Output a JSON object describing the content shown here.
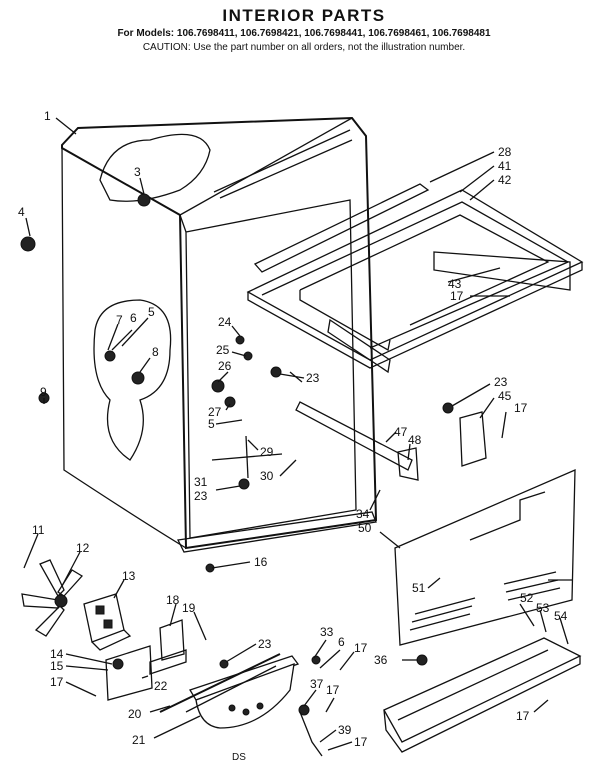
{
  "header": {
    "title": "INTERIOR PARTS",
    "models": "For Models: 106.7698411, 106.7698421, 106.7698441, 106.7698461, 106.7698481",
    "caution": "CAUTION: Use the part number on all orders, not the illustration number."
  },
  "callouts": [
    {
      "id": "c1",
      "text": "1"
    },
    {
      "id": "c3",
      "text": "3"
    },
    {
      "id": "c4",
      "text": "4"
    },
    {
      "id": "c5a",
      "text": "5"
    },
    {
      "id": "c6a",
      "text": "6"
    },
    {
      "id": "c7",
      "text": "7"
    },
    {
      "id": "c8",
      "text": "8"
    },
    {
      "id": "c9",
      "text": "9"
    },
    {
      "id": "c24",
      "text": "24"
    },
    {
      "id": "c25",
      "text": "25"
    },
    {
      "id": "c26",
      "text": "26"
    },
    {
      "id": "c27",
      "text": "27"
    },
    {
      "id": "c5b",
      "text": "5"
    },
    {
      "id": "c23a",
      "text": "23"
    },
    {
      "id": "c29",
      "text": "29"
    },
    {
      "id": "c31",
      "text": "31"
    },
    {
      "id": "c23b",
      "text": "23"
    },
    {
      "id": "c30",
      "text": "30"
    },
    {
      "id": "c28",
      "text": "28"
    },
    {
      "id": "c41",
      "text": "41"
    },
    {
      "id": "c42",
      "text": "42"
    },
    {
      "id": "c43",
      "text": "43"
    },
    {
      "id": "c17a",
      "text": "17"
    },
    {
      "id": "c23c",
      "text": "23"
    },
    {
      "id": "c45",
      "text": "45"
    },
    {
      "id": "c17b",
      "text": "17"
    },
    {
      "id": "c47",
      "text": "47"
    },
    {
      "id": "c48",
      "text": "48"
    },
    {
      "id": "c34",
      "text": "34"
    },
    {
      "id": "c50",
      "text": "50"
    },
    {
      "id": "c51",
      "text": "51"
    },
    {
      "id": "c16",
      "text": "16"
    },
    {
      "id": "c11",
      "text": "11"
    },
    {
      "id": "c12",
      "text": "12"
    },
    {
      "id": "c13",
      "text": "13"
    },
    {
      "id": "c18",
      "text": "18"
    },
    {
      "id": "c19",
      "text": "19"
    },
    {
      "id": "c23d",
      "text": "23"
    },
    {
      "id": "c14",
      "text": "14"
    },
    {
      "id": "c15",
      "text": "15"
    },
    {
      "id": "c17c",
      "text": "17"
    },
    {
      "id": "c22",
      "text": "22"
    },
    {
      "id": "c20",
      "text": "20"
    },
    {
      "id": "c21",
      "text": "21"
    },
    {
      "id": "c33",
      "text": "33"
    },
    {
      "id": "c6b",
      "text": "6"
    },
    {
      "id": "c17d",
      "text": "17"
    },
    {
      "id": "c37",
      "text": "37"
    },
    {
      "id": "c17e",
      "text": "17"
    },
    {
      "id": "c39",
      "text": "39"
    },
    {
      "id": "c17f",
      "text": "17"
    },
    {
      "id": "c36",
      "text": "36"
    },
    {
      "id": "c52",
      "text": "52"
    },
    {
      "id": "c53",
      "text": "53"
    },
    {
      "id": "c54",
      "text": "54"
    },
    {
      "id": "c17g",
      "text": "17"
    }
  ],
  "footer": {
    "code": "DS"
  }
}
